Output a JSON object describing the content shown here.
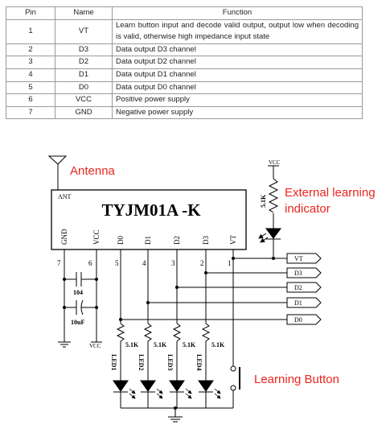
{
  "table": {
    "headers": [
      "Pin",
      "Name",
      "Function"
    ],
    "rows": [
      {
        "pin": "1",
        "name": "VT",
        "function": "Learn button input and decode valid output, output low when decoding is valid, otherwise high impedance input state"
      },
      {
        "pin": "2",
        "name": "D3",
        "function": "Data output D3 channel"
      },
      {
        "pin": "3",
        "name": "D2",
        "function": "Data output D2 channel"
      },
      {
        "pin": "4",
        "name": "D1",
        "function": "Data output D1 channel"
      },
      {
        "pin": "5",
        "name": "D0",
        "function": "Data output D0 channel"
      },
      {
        "pin": "6",
        "name": "VCC",
        "function": "Positive power supply"
      },
      {
        "pin": "7",
        "name": "GND",
        "function": "Negative power supply"
      }
    ]
  },
  "schematic": {
    "chip_name": "TYJM01A -K",
    "ant_label": "ANT",
    "chip_pins": [
      "GND",
      "VCC",
      "D0",
      "D1",
      "D2",
      "D3",
      "VT"
    ],
    "pin_numbers": [
      "7",
      "6",
      "5",
      "4",
      "3",
      "2",
      "1"
    ],
    "callouts": {
      "antenna": "Antenna",
      "indicator_line1": "External learning",
      "indicator_line2": "indicator",
      "button": "Learning Button"
    },
    "top_vcc": "VCC",
    "indicator_resistor": "5.1K",
    "cap1": "104",
    "cap2": "10uF",
    "bottom_vcc": "VCC",
    "outputs": [
      "VT",
      "D3",
      "D2",
      "D1",
      "D0"
    ],
    "resistors": [
      "5.1K",
      "5.1K",
      "5.1K",
      "5.1K"
    ],
    "leds": [
      "LED1",
      "LED2",
      "LED3",
      "LED4"
    ],
    "callout_color": "#e8261f"
  }
}
